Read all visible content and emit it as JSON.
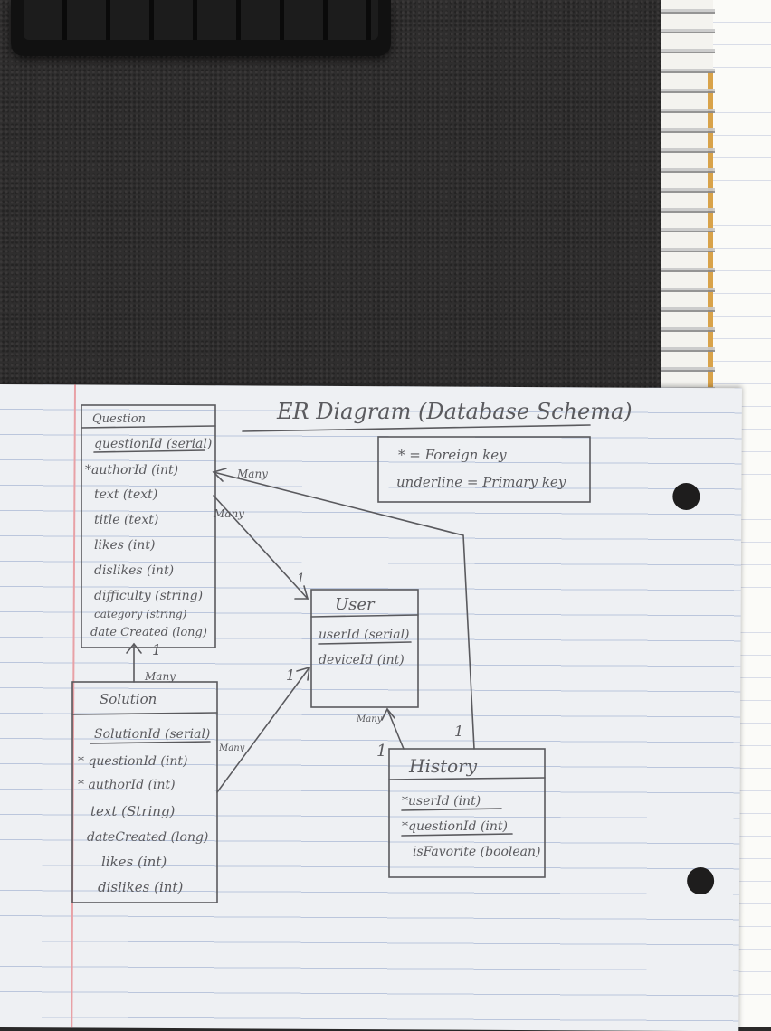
{
  "title": "ER Diagram (Database Schema)",
  "legend": {
    "foreign_key": "* = Foreign key",
    "primary_key": "underline = Primary key"
  },
  "entities": {
    "question": {
      "name": "Question",
      "fields": [
        "questionId (serial)",
        "*authorId (int)",
        "text (text)",
        "title (text)",
        "likes (int)",
        "dislikes (int)",
        "difficulty (string)",
        "category (string)",
        "date Created (long)"
      ]
    },
    "user": {
      "name": "User",
      "fields": [
        "userId (serial)",
        "deviceId (int)"
      ]
    },
    "solution": {
      "name": "Solution",
      "fields": [
        "SolutionId (serial)",
        "* questionId (int)",
        "* authorId (int)",
        "text (String)",
        "dateCreated (long)",
        "likes (int)",
        "dislikes (int)"
      ]
    },
    "history": {
      "name": "History",
      "fields": [
        "*userId (int)",
        "*questionId (int)",
        "isFavorite (boolean)"
      ]
    }
  },
  "relationship_labels": {
    "question_user_many_1": "Many",
    "question_user_many_2": "Many",
    "user_one_top": "1",
    "question_one": "1",
    "solution_many_top": "Many",
    "solution_user_many": "Many",
    "user_one_left": "1",
    "user_history_many": "Many",
    "history_one_left": "1",
    "history_one_top": "1"
  },
  "colors": {
    "pencil": "#5a5a5e",
    "paper": "#eef0f3",
    "rule_line": "#aab8d4",
    "margin_line": "#e8a1a6",
    "carpet": "#2f2e2e"
  }
}
